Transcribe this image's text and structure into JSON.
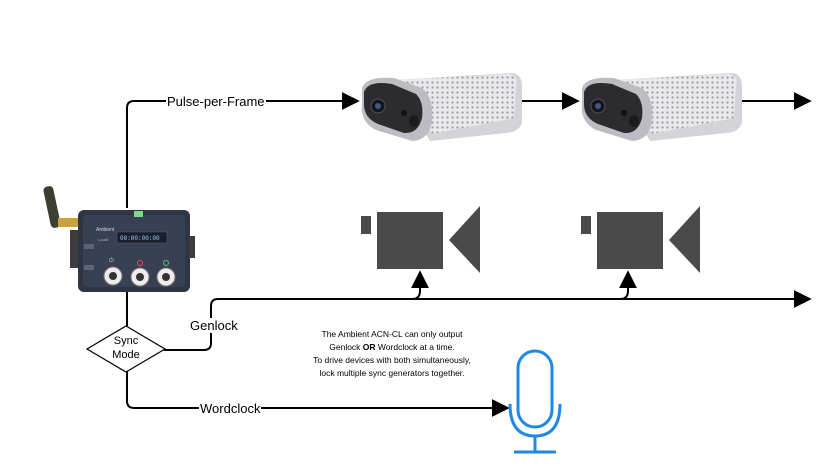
{
  "edges": {
    "ppf": "Pulse-per-Frame",
    "genlock": "Genlock",
    "wordclock": "Wordclock"
  },
  "decision": {
    "line1": "Sync",
    "line2": "Mode"
  },
  "note": {
    "line1": "The Ambient ACN-CL can only output",
    "line2_pre": "Genlock ",
    "line2_bold": "OR",
    "line2_post": " Wordclock at a time.",
    "line3": "To drive devices with both simultaneously,",
    "line4": "lock multiple sync generators together."
  },
  "device": {
    "logo": "Ambient",
    "model": "Lockit",
    "display": "00:00:00:00"
  },
  "colors": {
    "line": "#000000",
    "camera_body": "#b9b9bd",
    "camera_lens": "#2b2b30",
    "video_camera": "#4a4a4a",
    "microphone": "#1e88e5",
    "device_body": "#2f3545"
  }
}
